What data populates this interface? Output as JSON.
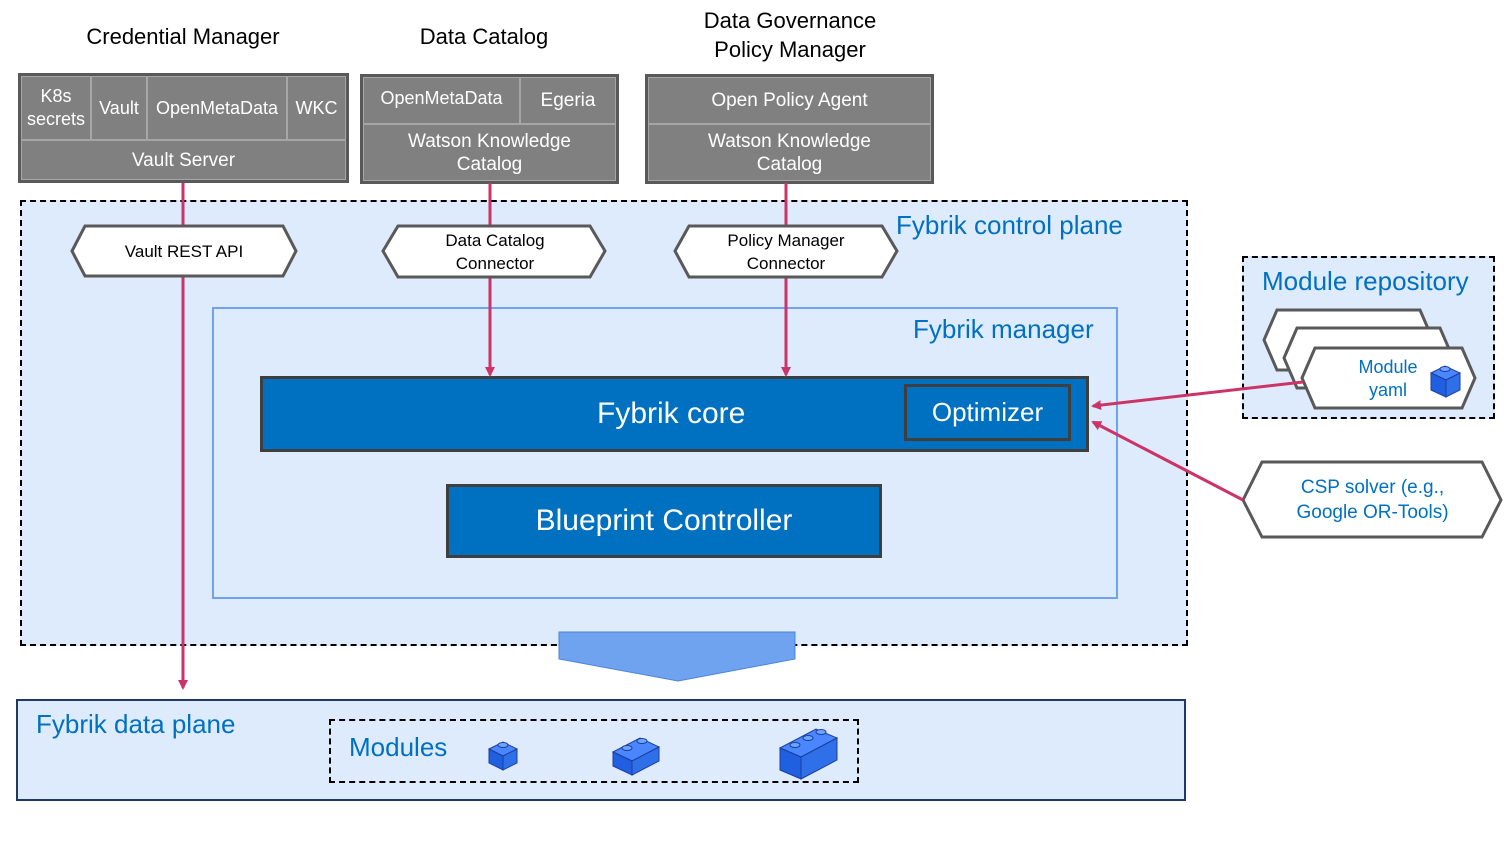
{
  "credential_manager": {
    "title": "Credential Manager",
    "k8s_secrets": "K8s secrets",
    "vault": "Vault",
    "openmetadata": "OpenMetaData",
    "wkc": "WKC",
    "vault_server": "Vault  Server"
  },
  "data_catalog": {
    "title": "Data Catalog",
    "openmetadata": "OpenMetaData",
    "egeria": "Egeria",
    "wkc": "Watson Knowledge  Catalog"
  },
  "policy_manager": {
    "title": "Data Governance Policy Manager",
    "opa": "Open  Policy  Agent",
    "wkc": "Watson Knowledge  Catalog"
  },
  "connectors": {
    "vault_api": "Vault REST API",
    "data_catalog": "Data Catalog Connector",
    "policy_manager": "Policy Manager Connector"
  },
  "control_plane": {
    "label": "Fybrik control plane"
  },
  "manager": {
    "label": "Fybrik manager"
  },
  "core": {
    "label": "Fybrik core",
    "optimizer": "Optimizer"
  },
  "blueprint": {
    "label": "Blueprint Controller"
  },
  "module_repo": {
    "label": "Module repository",
    "item": "Module yaml"
  },
  "csp": {
    "label": "CSP solver (e.g., Google  OR-Tools)"
  },
  "data_plane": {
    "label": "Fybrik data plane",
    "modules_label": "Modules"
  },
  "colors": {
    "arrow": "#cc3366",
    "blue_text": "#0070c0",
    "plane_fill": "#deebfc",
    "core_fill": "#0070c0",
    "grey_box": "#808080"
  }
}
